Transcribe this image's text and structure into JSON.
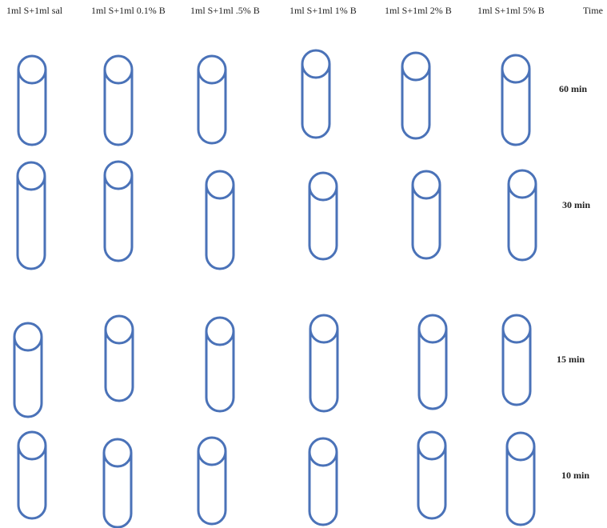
{
  "headers": {
    "col1": "1ml S+1ml sal",
    "col2": "1ml S+1ml 0.1% B",
    "col3": "1ml S+1ml .5% B",
    "col4": "1ml S+1ml 1% B",
    "col5": "1ml S+1ml 2% B",
    "col6": "1ml S+1ml 5% B",
    "time": "Time"
  },
  "rows": {
    "r1": "60 min",
    "r2": "30 min",
    "r3": "15 min",
    "r4": "10 min"
  },
  "colors": {
    "tube_stroke": "#4a72b8"
  }
}
